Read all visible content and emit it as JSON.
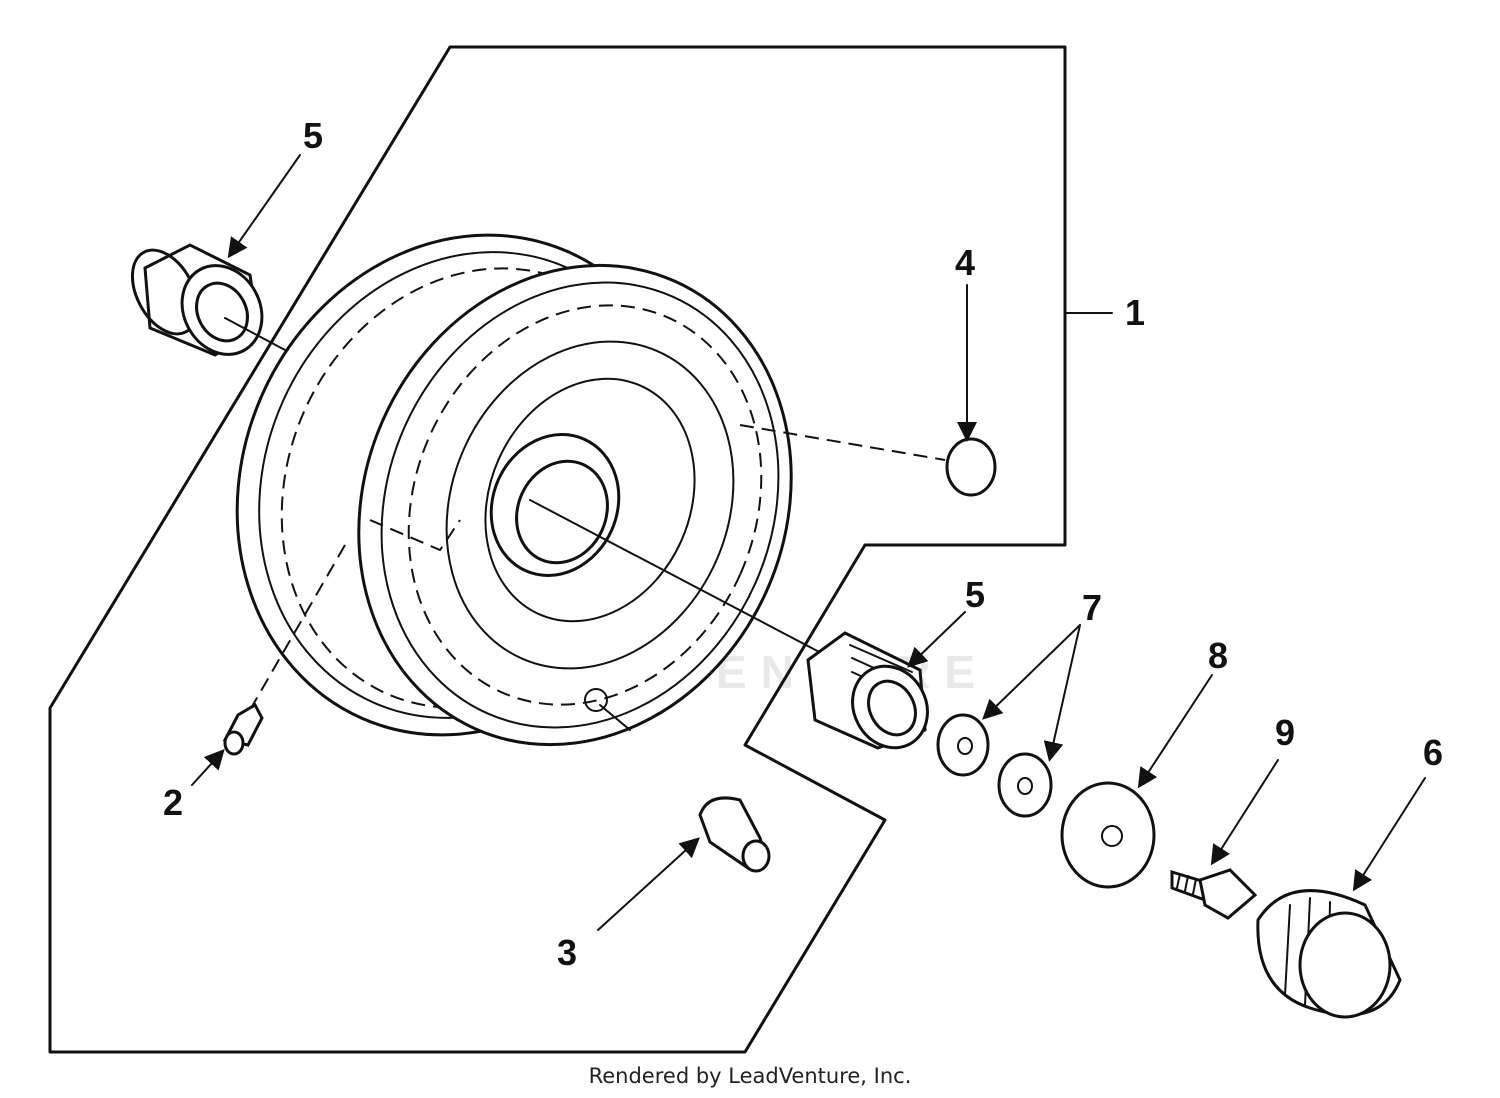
{
  "watermark": "LEADVENTURE",
  "footer": "Rendered by LeadVenture, Inc.",
  "callouts": {
    "c1": "1",
    "c2": "2",
    "c3": "3",
    "c4": "4",
    "c5a": "5",
    "c5b": "5",
    "c6": "6",
    "c7": "7",
    "c8": "8",
    "c9": "9"
  }
}
